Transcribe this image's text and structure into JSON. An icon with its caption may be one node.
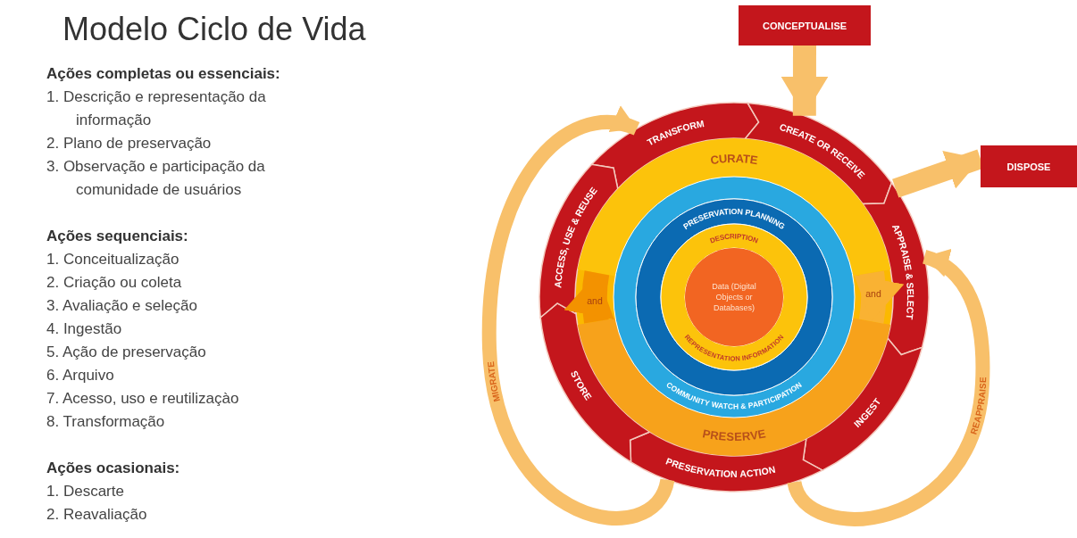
{
  "diagram": {
    "title": "Modelo Ciclo de Vida",
    "nodes": [
      {
        "text": [
          "CONCEPTUALISE"
        ]
      },
      {
        "text": [
          "DISPOSE"
        ]
      },
      {
        "text": [
          "TRANSFORM"
        ]
      },
      {
        "text": [
          "CREATE OR RECEIVE"
        ]
      },
      {
        "text": [
          "APPRAISE & SELECT"
        ]
      },
      {
        "text": [
          "INGEST"
        ]
      },
      {
        "text": [
          "PRESERVATION ACTION"
        ]
      },
      {
        "text": [
          "STORE"
        ]
      },
      {
        "text": [
          "ACCESS, USE & REUSE"
        ]
      },
      {
        "text": [
          "CURATE"
        ]
      },
      {
        "text": [
          "PRESERVE"
        ]
      },
      {
        "text": [
          "COMMUNITY WATCH & PARTICIPATION"
        ]
      },
      {
        "text": [
          "PRESERVATION PLANNING"
        ],
        "in": 11
      },
      {
        "text": [
          "DESCRIPTION",
          "REPRESENTATION INFORMATION"
        ],
        "in": 12
      },
      {
        "text": [
          "Data (Digital Objects or Databases)"
        ],
        "in": 13
      }
    ],
    "edges": [
      {
        "from": 0,
        "to": 3,
        "arrow": "to"
      },
      {
        "from": 4,
        "to": 1,
        "arrow": "to"
      },
      {
        "from": 6,
        "to": 4,
        "arrow": "to",
        "label": "REAPPRAISE"
      },
      {
        "from": 6,
        "to": 2,
        "arrow": "to",
        "label": "MIGRATE"
      },
      {
        "from": 9,
        "to": 10,
        "arrow": "to",
        "label": "and",
        "color": "#f9b233"
      },
      {
        "from": 10,
        "to": 9,
        "arrow": "to",
        "label": "and",
        "color": "#f39200"
      }
    ],
    "labels": [
      "Ações completas ou essenciais:",
      "1. Descrição e representação da informação",
      "2. Plano de preservação",
      "3. Observação e participação da comunidade de usuários",
      "Ações sequenciais:",
      "1. Conceitualização",
      "2. Criação ou coleta",
      "3. Avaliação e seleção",
      "4. Ingestão",
      "5. Ação de preservação",
      "6. Arquivo",
      "7. Acesso, uso e reutilizaçào",
      "8. Transformação",
      "Ações ocasionais:",
      "1. Descarte",
      "2. Reavaliação"
    ]
  }
}
